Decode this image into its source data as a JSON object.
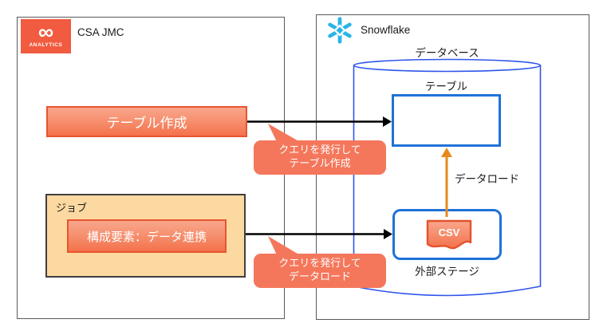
{
  "left_panel": {
    "title": "CSA JMC",
    "logo": {
      "mark": "∞",
      "word": "ANALYTICS"
    },
    "create_table_button": "テーブル作成",
    "job_group": {
      "label": "ジョブ",
      "component_button": "構成要素：データ連携"
    }
  },
  "right_panel": {
    "title": "Snowflake",
    "database_label": "データベース",
    "table_label": "テーブル",
    "stage_label": "外部ステージ",
    "csv_label": "CSV",
    "data_load_label": "データロード"
  },
  "callouts": {
    "create_table": {
      "line1": "クエリを発行して",
      "line2": "テーブル作成"
    },
    "data_load": {
      "line1": "クエリを発行して",
      "line2": "データロード"
    }
  },
  "colors": {
    "callout_fill": "#F4775C",
    "button_border": "#E8542E",
    "job_box_fill": "#FCD9A1",
    "snowflake_blue": "#29B5E8",
    "diagram_blue": "#1F72D8",
    "cylinder_blue": "#2F55EA",
    "data_load_arrow": "#E78A1E",
    "csa_logo_bg": "#F15B40"
  }
}
